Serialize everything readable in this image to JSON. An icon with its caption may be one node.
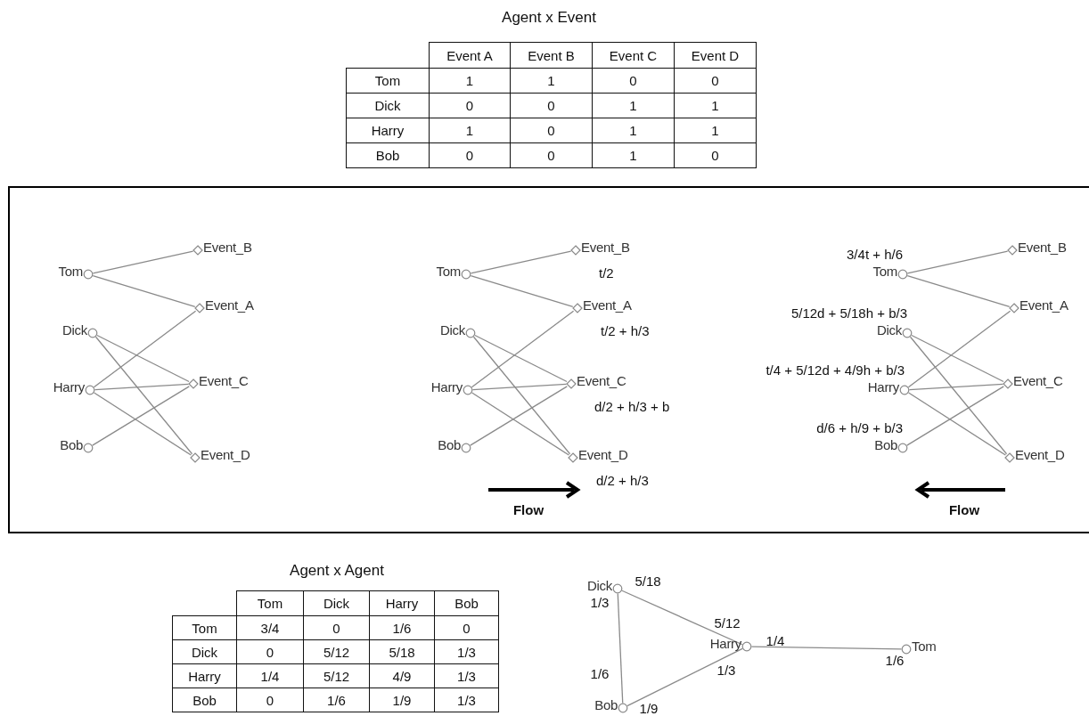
{
  "diagram": {
    "nodes": [
      {
        "text": [
          "Tom"
        ]
      },
      {
        "text": [
          "Dick"
        ]
      },
      {
        "text": [
          "Harry"
        ]
      },
      {
        "text": [
          "Bob"
        ]
      },
      {
        "text": [
          "Event_B"
        ]
      },
      {
        "text": [
          "Event_A"
        ]
      },
      {
        "text": [
          "Event_C"
        ]
      },
      {
        "text": [
          "Event_D"
        ]
      },
      {
        "text": [
          "Tom"
        ]
      },
      {
        "text": [
          "Dick"
        ]
      },
      {
        "text": [
          "Harry"
        ]
      },
      {
        "text": [
          "Bob"
        ]
      },
      {
        "text": [
          "Event_B"
        ],
        "beside": [
          "t/2"
        ]
      },
      {
        "text": [
          "Event_A"
        ],
        "beside": [
          "t/2 + h/3"
        ]
      },
      {
        "text": [
          "Event_C"
        ],
        "beside": [
          "d/2 + h/3 + b"
        ]
      },
      {
        "text": [
          "Event_D"
        ],
        "beside": [
          "d/2 + h/3"
        ]
      },
      {
        "text": [
          "Tom"
        ],
        "beside": [
          "3/4t + h/6"
        ]
      },
      {
        "text": [
          "Dick"
        ],
        "beside": [
          "5/12d + 5/18h + b/3"
        ]
      },
      {
        "text": [
          "Harry"
        ],
        "beside": [
          "t/4 + 5/12d + 4/9h + b/3"
        ]
      },
      {
        "text": [
          "Bob"
        ],
        "beside": [
          "d/6 + h/9 + b/3"
        ]
      },
      {
        "text": [
          "Event_B"
        ]
      },
      {
        "text": [
          "Event_A"
        ]
      },
      {
        "text": [
          "Event_C"
        ]
      },
      {
        "text": [
          "Event_D"
        ]
      },
      {
        "text": [
          "Dick"
        ]
      },
      {
        "text": [
          "Harry"
        ]
      },
      {
        "text": [
          "Tom"
        ]
      },
      {
        "text": [
          "Bob"
        ]
      }
    ],
    "edges": [
      {
        "from": 0,
        "to": 4,
        "arrow": "none"
      },
      {
        "from": 0,
        "to": 5,
        "arrow": "none"
      },
      {
        "from": 1,
        "to": 6,
        "arrow": "none"
      },
      {
        "from": 1,
        "to": 7,
        "arrow": "none"
      },
      {
        "from": 2,
        "to": 5,
        "arrow": "none"
      },
      {
        "from": 2,
        "to": 6,
        "arrow": "none"
      },
      {
        "from": 2,
        "to": 7,
        "arrow": "none"
      },
      {
        "from": 3,
        "to": 6,
        "arrow": "none"
      },
      {
        "from": 8,
        "to": 12,
        "arrow": "none"
      },
      {
        "from": 8,
        "to": 13,
        "arrow": "none"
      },
      {
        "from": 9,
        "to": 14,
        "arrow": "none"
      },
      {
        "from": 9,
        "to": 15,
        "arrow": "none"
      },
      {
        "from": 10,
        "to": 13,
        "arrow": "none"
      },
      {
        "from": 10,
        "to": 14,
        "arrow": "none"
      },
      {
        "from": 10,
        "to": 15,
        "arrow": "none"
      },
      {
        "from": 11,
        "to": 14,
        "arrow": "none"
      },
      {
        "from": 16,
        "to": 20,
        "arrow": "none"
      },
      {
        "from": 16,
        "to": 21,
        "arrow": "none"
      },
      {
        "from": 17,
        "to": 22,
        "arrow": "none"
      },
      {
        "from": 17,
        "to": 23,
        "arrow": "none"
      },
      {
        "from": 18,
        "to": 21,
        "arrow": "none"
      },
      {
        "from": 18,
        "to": 22,
        "arrow": "none"
      },
      {
        "from": 18,
        "to": 23,
        "arrow": "none"
      },
      {
        "from": 19,
        "to": 22,
        "arrow": "none"
      },
      {
        "from": 24,
        "to": 25,
        "arrow": "none"
      },
      {
        "from": 24,
        "to": 27,
        "arrow": "none"
      },
      {
        "from": 25,
        "to": 26,
        "arrow": "none"
      },
      {
        "from": 25,
        "to": 27,
        "arrow": "none"
      }
    ],
    "labels": [
      "Agent x Event",
      "Event A",
      "Event B",
      "Event C",
      "Event D",
      "Tom",
      "1",
      "1",
      "0",
      "0",
      "Dick",
      "0",
      "0",
      "1",
      "1",
      "Harry",
      "1",
      "0",
      "1",
      "1",
      "Bob",
      "0",
      "0",
      "1",
      "0",
      "Flow",
      "Flow",
      "Agent x Agent",
      "Tom",
      "Dick",
      "Harry",
      "Bob",
      "Tom",
      "3/4",
      "0",
      "1/6",
      "0",
      "Dick",
      "0",
      "5/12",
      "5/18",
      "1/3",
      "Harry",
      "1/4",
      "5/12",
      "4/9",
      "1/3",
      "Bob",
      "0",
      "1/6",
      "1/9",
      "1/3",
      "5/18",
      "1/3",
      "5/12",
      "1/4",
      "1/6",
      "1/6",
      "1/3",
      "1/9"
    ]
  }
}
